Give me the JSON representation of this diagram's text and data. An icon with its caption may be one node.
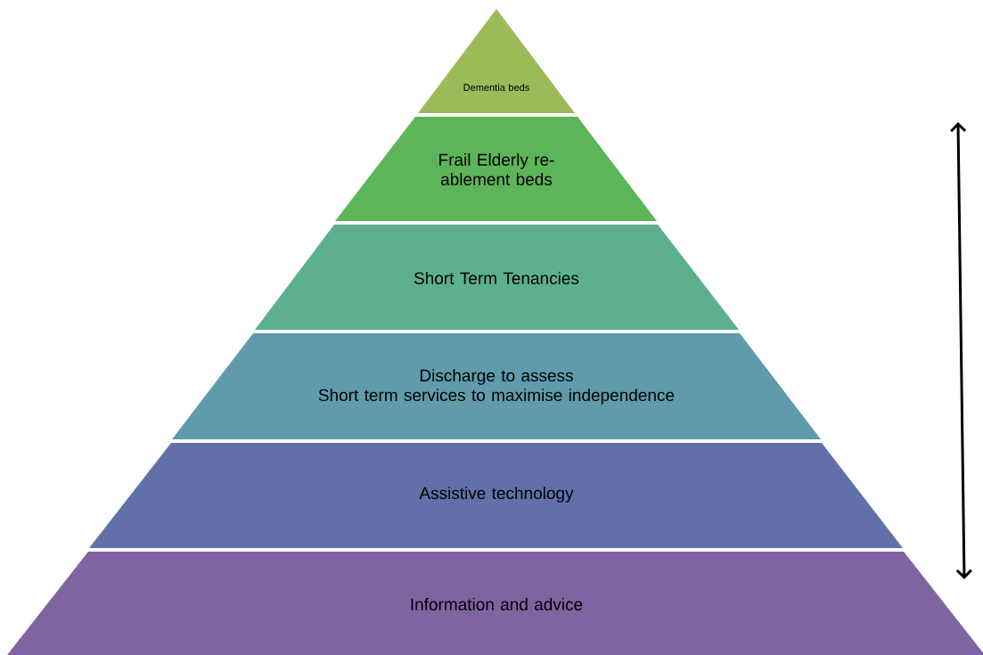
{
  "diagram": {
    "nodes": [
      {
        "text": [
          "Dementia beds"
        ]
      },
      {
        "text": [
          "Frail Elderly re-ablement beds"
        ]
      },
      {
        "text": [
          "Short Term Tenancies"
        ]
      },
      {
        "text": [
          "Discharge to assess",
          "Short term services to maximise independence"
        ]
      },
      {
        "text": [
          "Assistive technology"
        ]
      },
      {
        "text": [
          "Information and advice"
        ]
      }
    ]
  }
}
